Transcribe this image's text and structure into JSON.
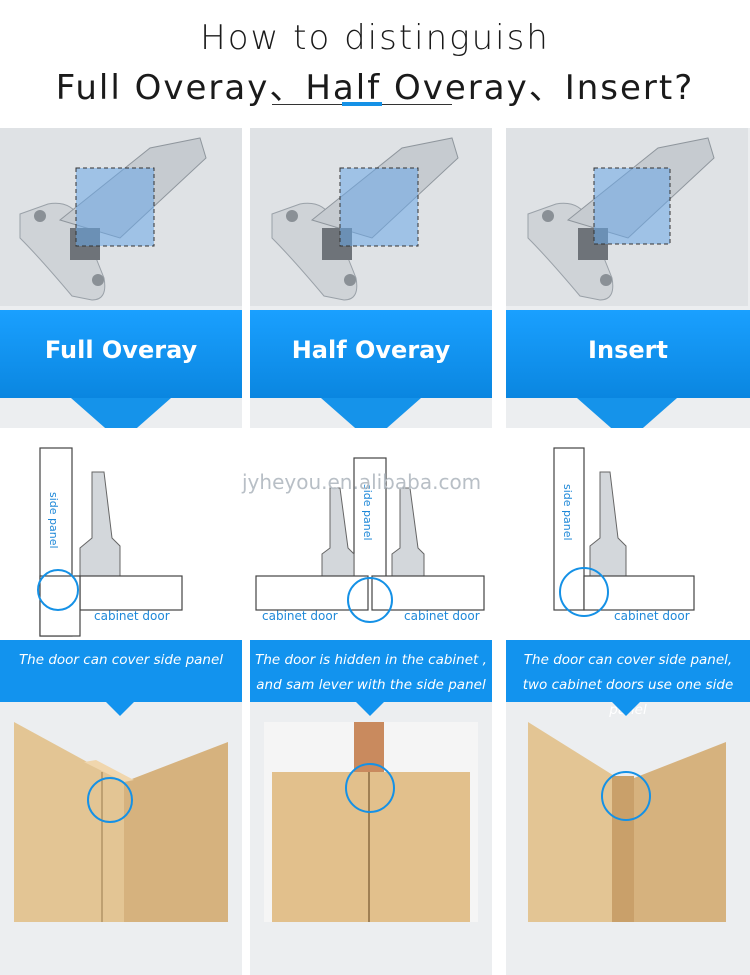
{
  "title": {
    "line1": "How to distinguish",
    "line2": "Full Overay、Half Overay、Insert?"
  },
  "columns": [
    {
      "heading": "Full Overay",
      "side_panel_label": "side panel",
      "door_label": "cabinet door",
      "caption": "The door can cover side panel"
    },
    {
      "heading": "Half Overay",
      "side_panel_label": "side panel",
      "door_label_left": "cabinet door",
      "door_label_right": "cabinet door",
      "caption": "The door is hidden in the cabinet , and sam lever with the side panel"
    },
    {
      "heading": "Insert",
      "side_panel_label": "side panel",
      "door_label": "cabinet door",
      "caption": "The door can cover side panel, two cabinet doors use one side panel"
    }
  ],
  "watermark": "jyheyou.en.alibaba.com",
  "colors": {
    "accent_blue": "#1591e6",
    "banner_blue": "#1aa0ff",
    "wood": "#e8c99a"
  }
}
